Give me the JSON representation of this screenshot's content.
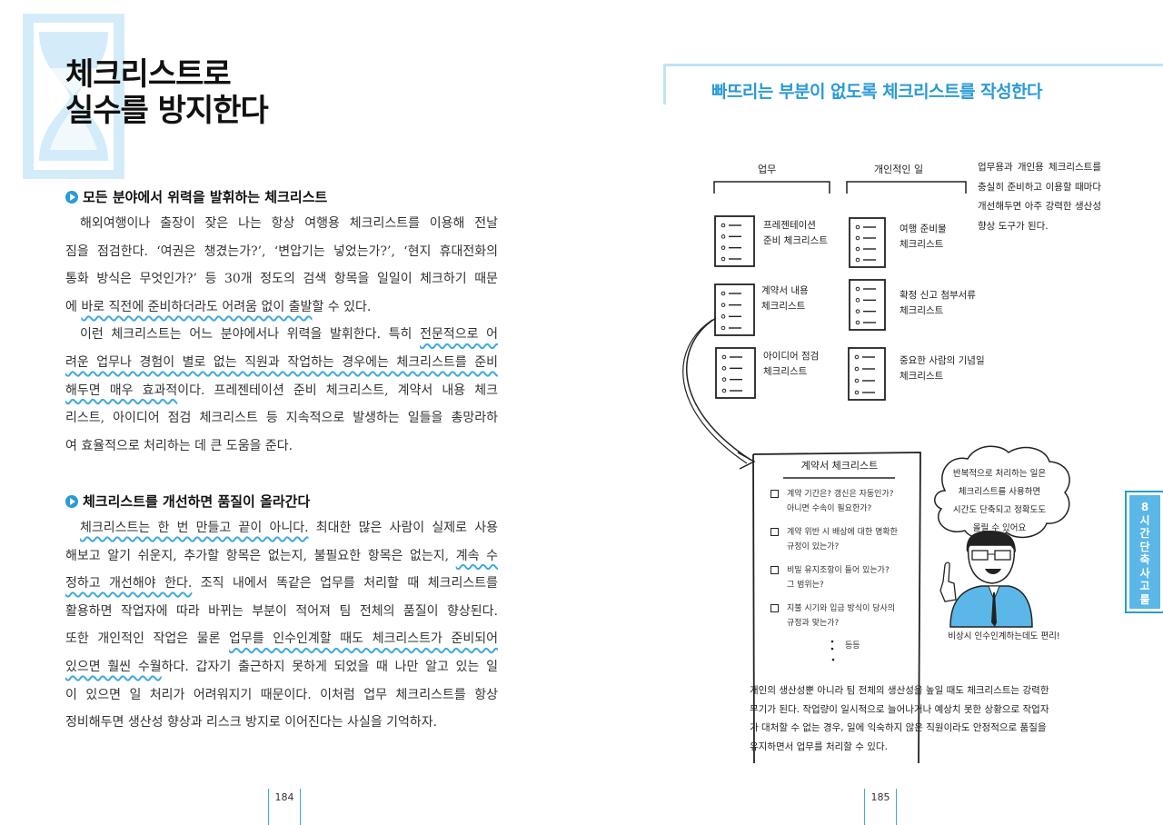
{
  "left_page": {
    "title_lines": [
      "체크리스트로",
      "실수를 방지한다"
    ],
    "sections": [
      {
        "heading": "모든 분야에서 위력을 발휘하는 체크리스트",
        "lines": [
          {
            "indent": true,
            "segments": [
              {
                "text": "해외여행이나 출장이 잦은 나는 항상 여행용 체크리스트를 이용해 전날",
                "u": false
              }
            ]
          },
          {
            "segments": [
              {
                "text": "짐을 점검한다. ‘여권은 챙겼는가?’, ‘변압기는 넣었는가?’, ‘현지 휴대전화의",
                "u": false
              }
            ]
          },
          {
            "segments": [
              {
                "text": "통화 방식은 무엇인가?’ 등 30개 정도의 검색 항목을 일일이 체크하기 때문",
                "u": false
              }
            ]
          },
          {
            "last": true,
            "segments": [
              {
                "text": "에 ",
                "u": false
              },
              {
                "text": "바로 직전에 준비하더라도 어려움 없이 출발",
                "u": true
              },
              {
                "text": "할 수 있다.",
                "u": false
              }
            ]
          },
          {
            "indent": true,
            "segments": [
              {
                "text": "이런 체크리스트는 어느 분야에서나 위력을 발휘한다. 특히 ",
                "u": false
              },
              {
                "text": "전문적으로 어",
                "u": true
              }
            ]
          },
          {
            "segments": [
              {
                "text": "려운 업무나 경험이 별로 없는 직원과 작업하는 경우에는 체크리스트를 준비",
                "u": true
              }
            ]
          },
          {
            "segments": [
              {
                "text": "해두면 매우 효과적",
                "u": true
              },
              {
                "text": "이다. 프레젠테이션 준비 체크리스트, 계약서 내용 체크",
                "u": false
              }
            ]
          },
          {
            "segments": [
              {
                "text": "리스트, 아이디어 점검 체크리스트 등 지속적으로 발생하는 일들을 총망라하",
                "u": false
              }
            ]
          },
          {
            "last": true,
            "segments": [
              {
                "text": "여 효율적으로 처리하는 데 큰 도움을 준다.",
                "u": false
              }
            ]
          }
        ]
      },
      {
        "heading": "체크리스트를 개선하면 품질이 올라간다",
        "lines": [
          {
            "indent": true,
            "segments": [
              {
                "text": "체크리스트는 한 번 만들고 끝이 아니다.",
                "u": true
              },
              {
                "text": " 최대한 많은 사람이 실제로 사용",
                "u": false
              }
            ]
          },
          {
            "segments": [
              {
                "text": "해보고 알기 쉬운지, 추가할 항목은 없는지, 불필요한 항목은 없는지, ",
                "u": false
              },
              {
                "text": "계속 수",
                "u": true
              }
            ]
          },
          {
            "segments": [
              {
                "text": "정하고 개선해야 한다.",
                "u": true
              },
              {
                "text": " 조직 내에서 똑같은 업무를 처리할 때 체크리스트를",
                "u": false
              }
            ]
          },
          {
            "segments": [
              {
                "text": "활용하면 작업자에 따라 바뀌는 부분이 적어져 팀 전체의 품질이 향상된다.",
                "u": false
              }
            ]
          },
          {
            "segments": [
              {
                "text": "또한 개인적인 작업은 물론 ",
                "u": false
              },
              {
                "text": "업무를 인수인계할 때도 체크리스트가 준비되어",
                "u": true
              }
            ]
          },
          {
            "segments": [
              {
                "text": "있으면 훨씬 수월",
                "u": true
              },
              {
                "text": "하다. 갑자기 출근하지 못하게 되었을 때 나만 알고 있는 일",
                "u": false
              }
            ]
          },
          {
            "segments": [
              {
                "text": "이 있으면 일 처리가 어려워지기 때문이다. 이처럼 업무 체크리스트를 항상",
                "u": false
              }
            ]
          },
          {
            "last": true,
            "segments": [
              {
                "text": "정비해두면 생산성 향상과 리스크 방지로 이어진다는 사실을 기억하자.",
                "u": false
              }
            ]
          }
        ]
      }
    ],
    "page_number": "184"
  },
  "right_page": {
    "title": "빠뜨리는 부분이 없도록 체크리스트를 작성한다",
    "diagram": {
      "col_work": "업무",
      "col_personal": "개인적인 일",
      "work_lists": [
        [
          "프레젠테이션",
          "준비 체크리스트"
        ],
        [
          "계약서 내용",
          "체크리스트"
        ],
        [
          "아이디어 점검",
          "체크리스트"
        ]
      ],
      "personal_lists": [
        [
          "여행 준비물",
          "체크리스트"
        ],
        [
          "확정 신고 첨부서류",
          "체크리스트"
        ],
        [
          "중요한 사람의 기념일",
          "체크리스트"
        ]
      ],
      "side_note": "업무용과 개인용 체크리스트를 충실히 준비하고 이용할 때마다 개선해두면 아주 강력한 생산성 향상 도구가 된다.",
      "contract": {
        "title": "계약서 체크리스트",
        "items": [
          [
            "계약 기간은? 갱신은 자동인가?",
            "아니면 수속이 필요한가?"
          ],
          [
            "계약 위반 시 배상에 대한 명확한",
            "규정이 있는가?"
          ],
          [
            "비밀 유지조항이 들어 있는가?",
            "그 범위는?"
          ],
          [
            "지불 시기와 입금 방식이 당사의",
            "규정과 맞는가?"
          ]
        ],
        "etc": "등등"
      },
      "speech": [
        "반복적으로 처리하는 일은",
        "체크리스트를 사용하면",
        "시간도 단축되고 정확도도",
        "올릴 수 있어요"
      ],
      "person_caption": "비상시 인수인계하는데도 편리!",
      "accent_color": "#5ab7e8"
    },
    "caption_lines": [
      "개인의 생산성뿐 아니라 팀 전체의 생산성을 높일 때도 체크리스트는 강력한",
      "무기가 된다. 작업량이 일시적으로 늘어나거나 예상치 못한 상황으로 작업자",
      "가 대처할 수 없는 경우, 일에 익숙하지 않은 직원이라도 안정적으로 품질을",
      "유지하면서 업무를 처리할 수 있다."
    ],
    "chapter_tab": [
      "8",
      "시",
      "간",
      "단",
      "축",
      "사",
      "고",
      "룰"
    ],
    "page_number": "185"
  },
  "colors": {
    "accent": "#2b9ad6",
    "light": "#bfe3f6",
    "underline": "#3fa9e0"
  }
}
